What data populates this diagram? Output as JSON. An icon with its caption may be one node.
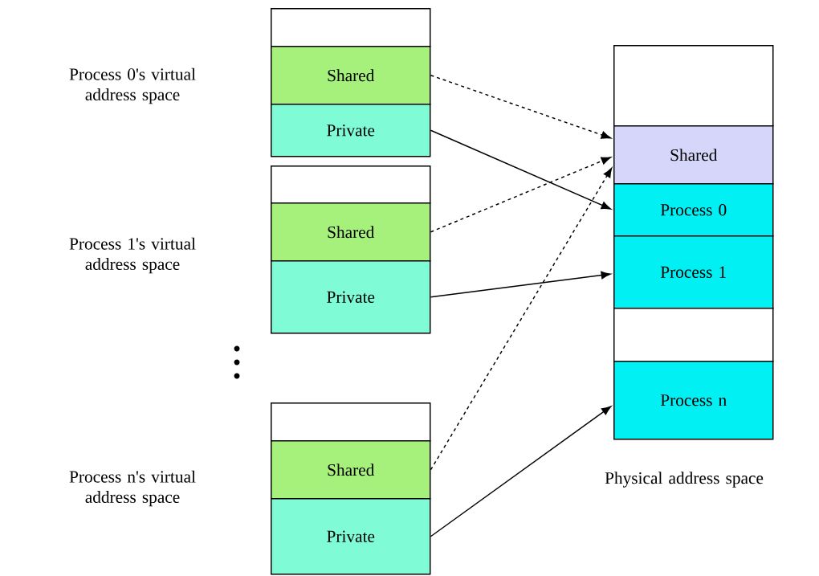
{
  "diagram": {
    "nodes": [
      {
        "text": [],
        "shape": "box"
      },
      {
        "text": [
          "Shared"
        ]
      },
      {
        "text": [
          "Private"
        ]
      },
      {
        "text": [],
        "shape": "box"
      },
      {
        "text": [
          "Shared"
        ]
      },
      {
        "text": [
          "Private"
        ]
      },
      {
        "text": [],
        "shape": "box"
      },
      {
        "text": [
          "Shared"
        ]
      },
      {
        "text": [
          "Private"
        ]
      },
      {
        "text": [],
        "shape": "box"
      },
      {
        "text": [
          "Shared"
        ]
      },
      {
        "text": [
          "Process 0"
        ]
      },
      {
        "text": [
          "Process 1"
        ]
      },
      {
        "text": [],
        "shape": "box"
      },
      {
        "text": [
          "Process n"
        ]
      }
    ],
    "edges": [
      {
        "from": 1,
        "to": 10,
        "arrow": "to",
        "style": "dashed"
      },
      {
        "from": 2,
        "to": 11,
        "arrow": "to"
      },
      {
        "from": 4,
        "to": 10,
        "arrow": "to",
        "style": "dashed"
      },
      {
        "from": 5,
        "to": 12,
        "arrow": "to"
      },
      {
        "from": 7,
        "to": 10,
        "arrow": "to",
        "style": "dashed"
      },
      {
        "from": 8,
        "to": 14,
        "arrow": "to"
      }
    ],
    "labels": [
      "Process 0's virtual address space",
      "Process 1's virtual address space",
      "Process n's virtual address space",
      "Physical address space"
    ]
  }
}
